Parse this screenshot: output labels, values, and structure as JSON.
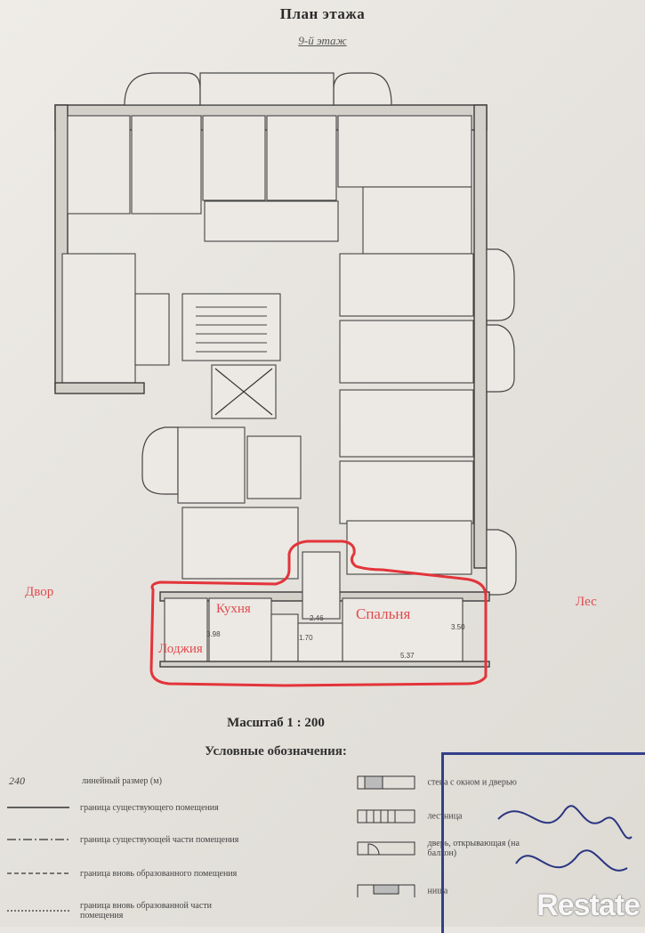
{
  "header": {
    "title": "План этажа",
    "floor": "9-й этаж"
  },
  "labels": {
    "yard": "Двор",
    "forest": "Лес",
    "kitchen": "Кухня",
    "bedroom": "Спальня",
    "loggia": "Лоджия"
  },
  "dimensions": {
    "apt_width_1": "2.46",
    "apt_depth": "3.50",
    "kitchen_len": "3.98",
    "bedroom_len": "5.37",
    "hall_w": "1.70"
  },
  "scale": "Масштаб 1 : 200",
  "legend": {
    "title": "Условные обозначения:",
    "items": [
      {
        "symbol": "240",
        "text": "линейный размер (м)"
      },
      {
        "symbol": "",
        "text": "граница существующего помещения"
      },
      {
        "symbol": "",
        "text": "граница существующей части помещения"
      },
      {
        "symbol": "",
        "text": "граница вновь образованного помещения"
      },
      {
        "symbol": "",
        "text": "граница вновь образованной части помещения"
      }
    ],
    "right_items": [
      {
        "text": "стена с окном и дверью"
      },
      {
        "text": "лестница"
      },
      {
        "text": "дверь, открывающая (на балкон)"
      },
      {
        "text": "ниша"
      }
    ]
  },
  "watermark": "Restate",
  "colors": {
    "highlight": "#e3343a",
    "label_red": "#e14b4f",
    "stamp_blue": "#33408a"
  }
}
